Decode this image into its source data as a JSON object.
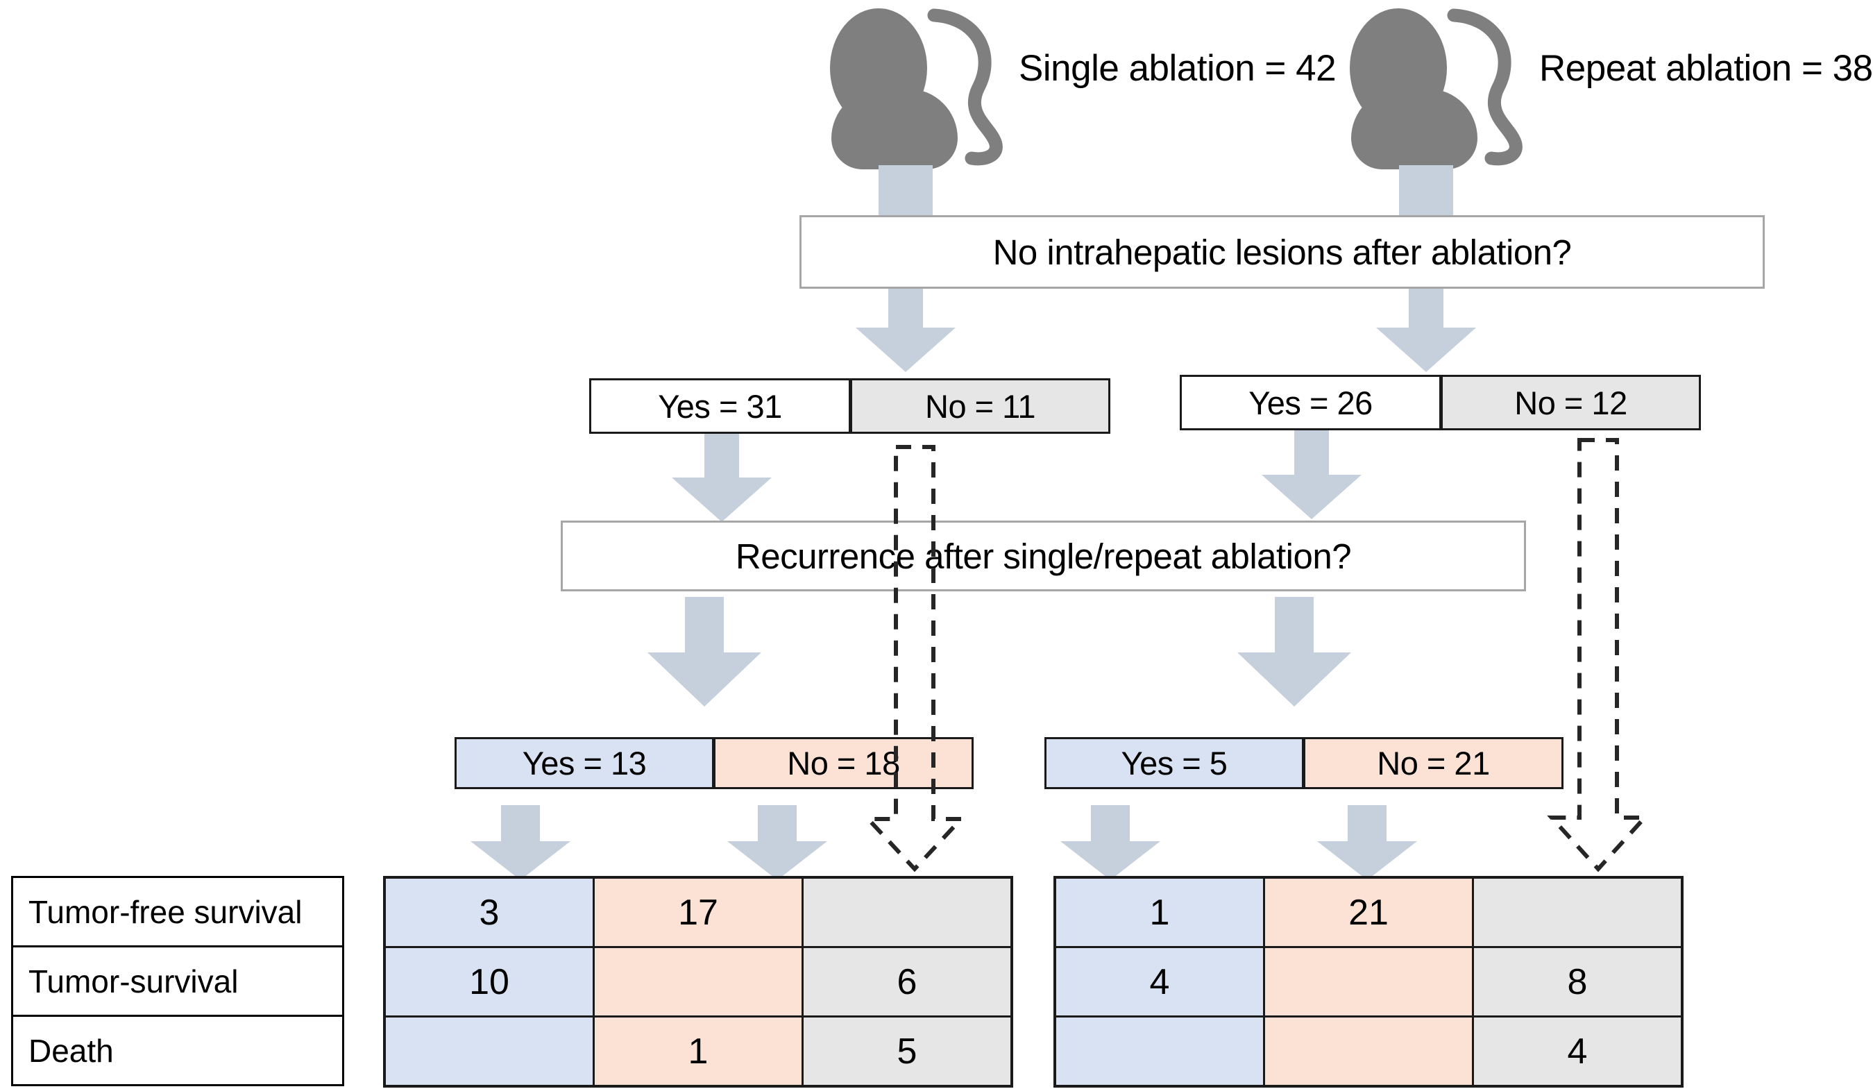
{
  "cohorts": [
    {
      "icon": "person-icon",
      "label": "Single ablation = 42"
    },
    {
      "icon": "person-icon",
      "label": "Repeat ablation = 38"
    }
  ],
  "questions": {
    "q1": "No intrahepatic lesions after ablation?",
    "q2": "Recurrence  after single/repeat ablation?"
  },
  "level1": {
    "left": {
      "yes": "Yes = 31",
      "no": "No = 11"
    },
    "right": {
      "yes": "Yes = 26",
      "no": "No = 12"
    }
  },
  "level2": {
    "left": {
      "yes": "Yes = 13",
      "no": "No = 18"
    },
    "right": {
      "yes": "Yes = 5",
      "no": "No = 21"
    }
  },
  "outcomes": {
    "row_labels": [
      "Tumor-free survival",
      "Tumor-survival",
      "Death"
    ],
    "left_table": [
      [
        "3",
        "17",
        ""
      ],
      [
        "10",
        "",
        "6"
      ],
      [
        "",
        "1",
        "5"
      ]
    ],
    "right_table": [
      [
        "1",
        "21",
        ""
      ],
      [
        "4",
        "",
        "8"
      ],
      [
        "",
        "",
        "4"
      ]
    ]
  },
  "colors": {
    "blue": "#d9e2f3",
    "peach": "#fbe2d5",
    "gray": "#e7e6e6",
    "arrow_gray": "#c6cfdc",
    "person_gray": "#7f7f7f",
    "border_dark": "#1a1a1a",
    "border_light": "#a6a6a6"
  }
}
